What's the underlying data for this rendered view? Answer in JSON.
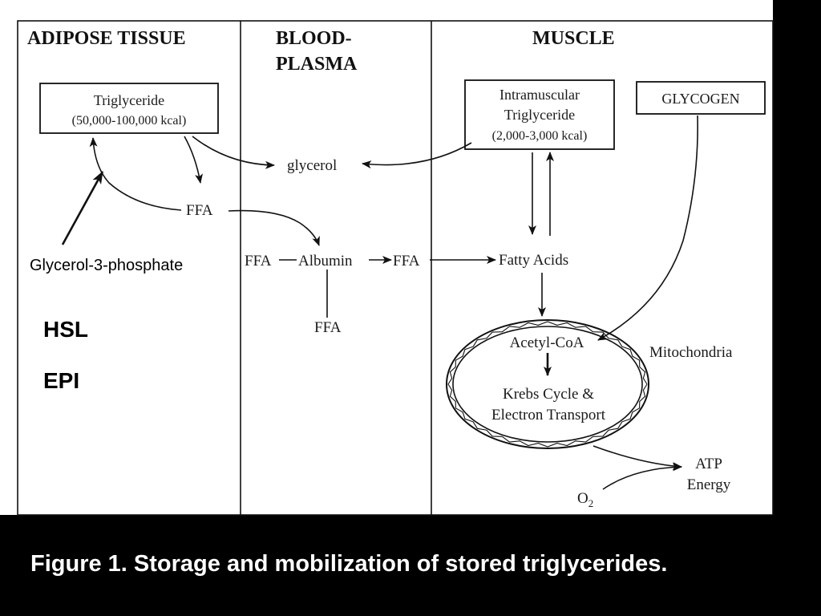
{
  "colors": {
    "background": "#000000",
    "panel": "#ffffff",
    "ink": "#111111",
    "caption_text": "#ffffff"
  },
  "sections": {
    "adipose": "ADIPOSE TISSUE",
    "blood": [
      "BLOOD-",
      "PLASMA"
    ],
    "muscle": "MUSCLE"
  },
  "boxes": {
    "triglyceride": [
      "Triglyceride",
      "(50,000-100,000 kcal)"
    ],
    "intramuscular": [
      "Intramuscular",
      "Triglyceride",
      "(2,000-3,000 kcal)"
    ],
    "glycogen": "GLYCOGEN"
  },
  "labels": {
    "glycerol": "glycerol",
    "ffa": "FFA",
    "ffa_left": "FFA",
    "albumin": "Albumin",
    "ffa_right": "FFA",
    "ffa_bottom": "FFA",
    "fatty_acids": "Fatty Acids",
    "acetyl_coa": "Acetyl-CoA",
    "krebs": [
      "Krebs Cycle &",
      "Electron Transport"
    ],
    "mitochondria": "Mitochondria",
    "atp": [
      "ATP",
      "Energy"
    ],
    "o2": "O",
    "o2_sub": "2",
    "glycerol_3_phosphate": "Glycerol-3-phosphate",
    "hsl": "HSL",
    "epi": "EPI"
  },
  "caption": "Figure 1.  Storage and mobilization of stored triglycerides."
}
